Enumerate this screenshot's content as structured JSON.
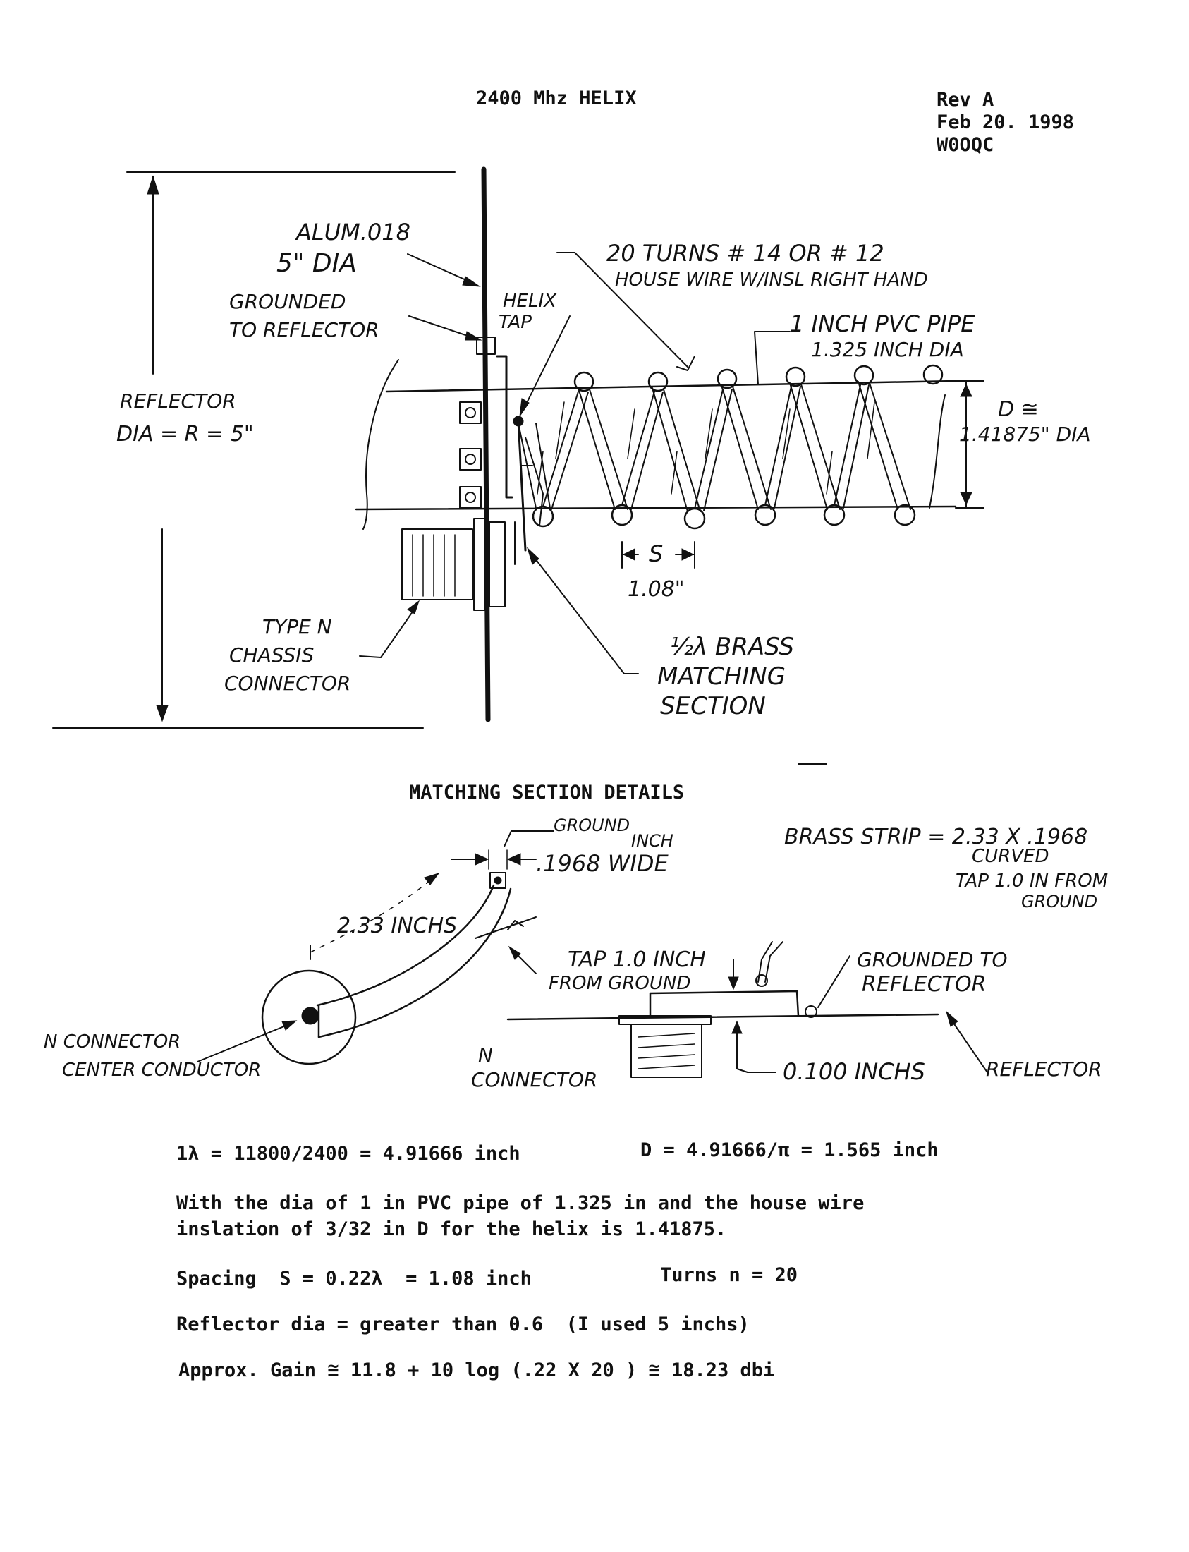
{
  "header": {
    "title": "2400 Mhz HELIX",
    "rev": "Rev A",
    "date": "Feb 20. 1998",
    "callsign": "W0OQC"
  },
  "diagram_top": {
    "alum_line1": "ALUM.018",
    "alum_line2": "5\" DIA",
    "grounded_line1": "GROUNDED",
    "grounded_line2": "TO REFLECTOR",
    "helix_tap_line1": "HELIX",
    "helix_tap_line2": "TAP",
    "turns_line1": "20 TURNS # 14 OR # 12",
    "turns_line2": "HOUSE WIRE W/INSL RIGHT HAND",
    "pvc_line1": "1 INCH PVC PIPE",
    "pvc_line2": "1.325 INCH DIA",
    "reflector_line1": "REFLECTOR",
    "reflector_line2": "DIA = R = 5\"",
    "d_line1": "D ≅",
    "d_line2": "1.41875\" DIA",
    "spacing_label": "S",
    "spacing_value": "1.08\"",
    "connector_line1": "TYPE N",
    "connector_line2": "CHASSIS",
    "connector_line3": "CONNECTOR",
    "brass_line1": "½λ BRASS",
    "brass_line2": "MATCHING",
    "brass_line3": "SECTION"
  },
  "section_title": "MATCHING SECTION DETAILS",
  "diagram_bottom": {
    "ground_label": "GROUND",
    "inch_label": "INCH",
    "wide_label": ".1968 WIDE",
    "length_label": "2.33 INCHS",
    "tap_line1": "TAP 1.0 INCH",
    "tap_line2": "FROM GROUND",
    "brass_strip_line1": "BRASS STRIP = 2.33 X .1968",
    "brass_strip_line2": "CURVED",
    "brass_strip_line3": "TAP 1.0 IN FROM",
    "brass_strip_line4": "GROUND",
    "grounded_line1": "GROUNDED TO",
    "grounded_line2": "REFLECTOR",
    "nconn_line1": "N CONNECTOR",
    "nconn_line2": "CENTER CONDUCTOR",
    "nconn2_line1": "N",
    "nconn2_line2": "CONNECTOR",
    "gap_label": "0.100 INCHS",
    "reflector_label": "REFLECTOR"
  },
  "notes": {
    "line1_left": "1λ = 11800/2400 = 4.91666 inch",
    "line1_right": "D = 4.91666/π = 1.565 inch",
    "line2a": "With the dia of 1 in PVC pipe of 1.325 in and the house wire",
    "line2b": "inslation of 3/32 in D for the helix is 1.41875.",
    "line3_left": "Spacing  S = 0.22λ  = 1.08 inch",
    "line3_right": "Turns n = 20",
    "line4": "Reflector dia = greater than 0.6  (I used 5 inchs)",
    "line5": "Approx. Gain ≅ 11.8 + 10 log (.22 X 20 ) ≅ 18.23 dbi"
  }
}
